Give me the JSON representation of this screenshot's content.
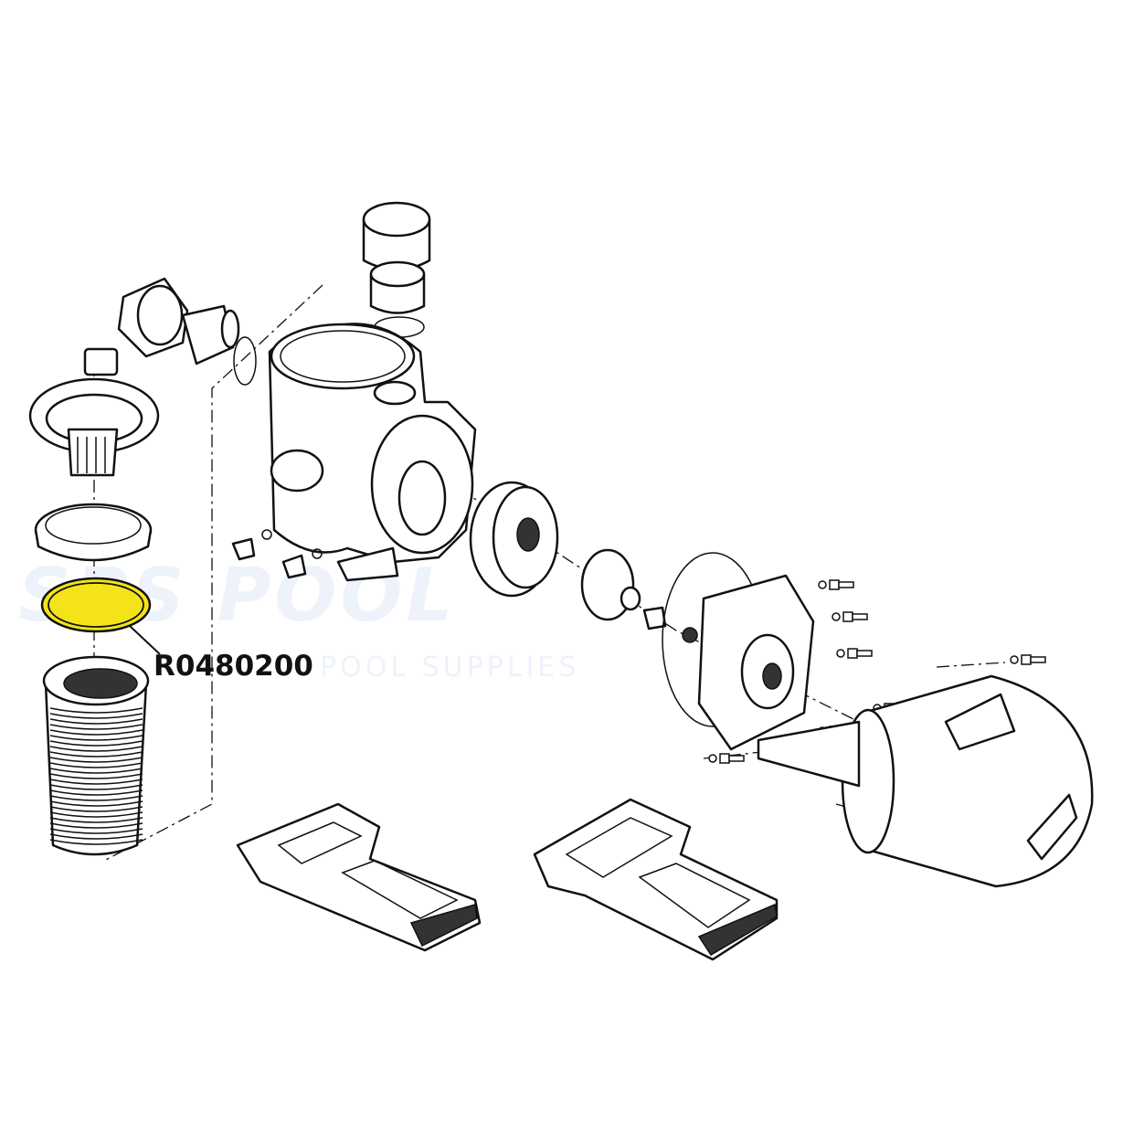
{
  "diagram": {
    "highlighted_part": {
      "part_number": "R0480200",
      "highlight_color": "#f5e31a"
    },
    "watermark": {
      "line1": "SPS POOL",
      "line2": "POOL SUPPLIES"
    }
  }
}
